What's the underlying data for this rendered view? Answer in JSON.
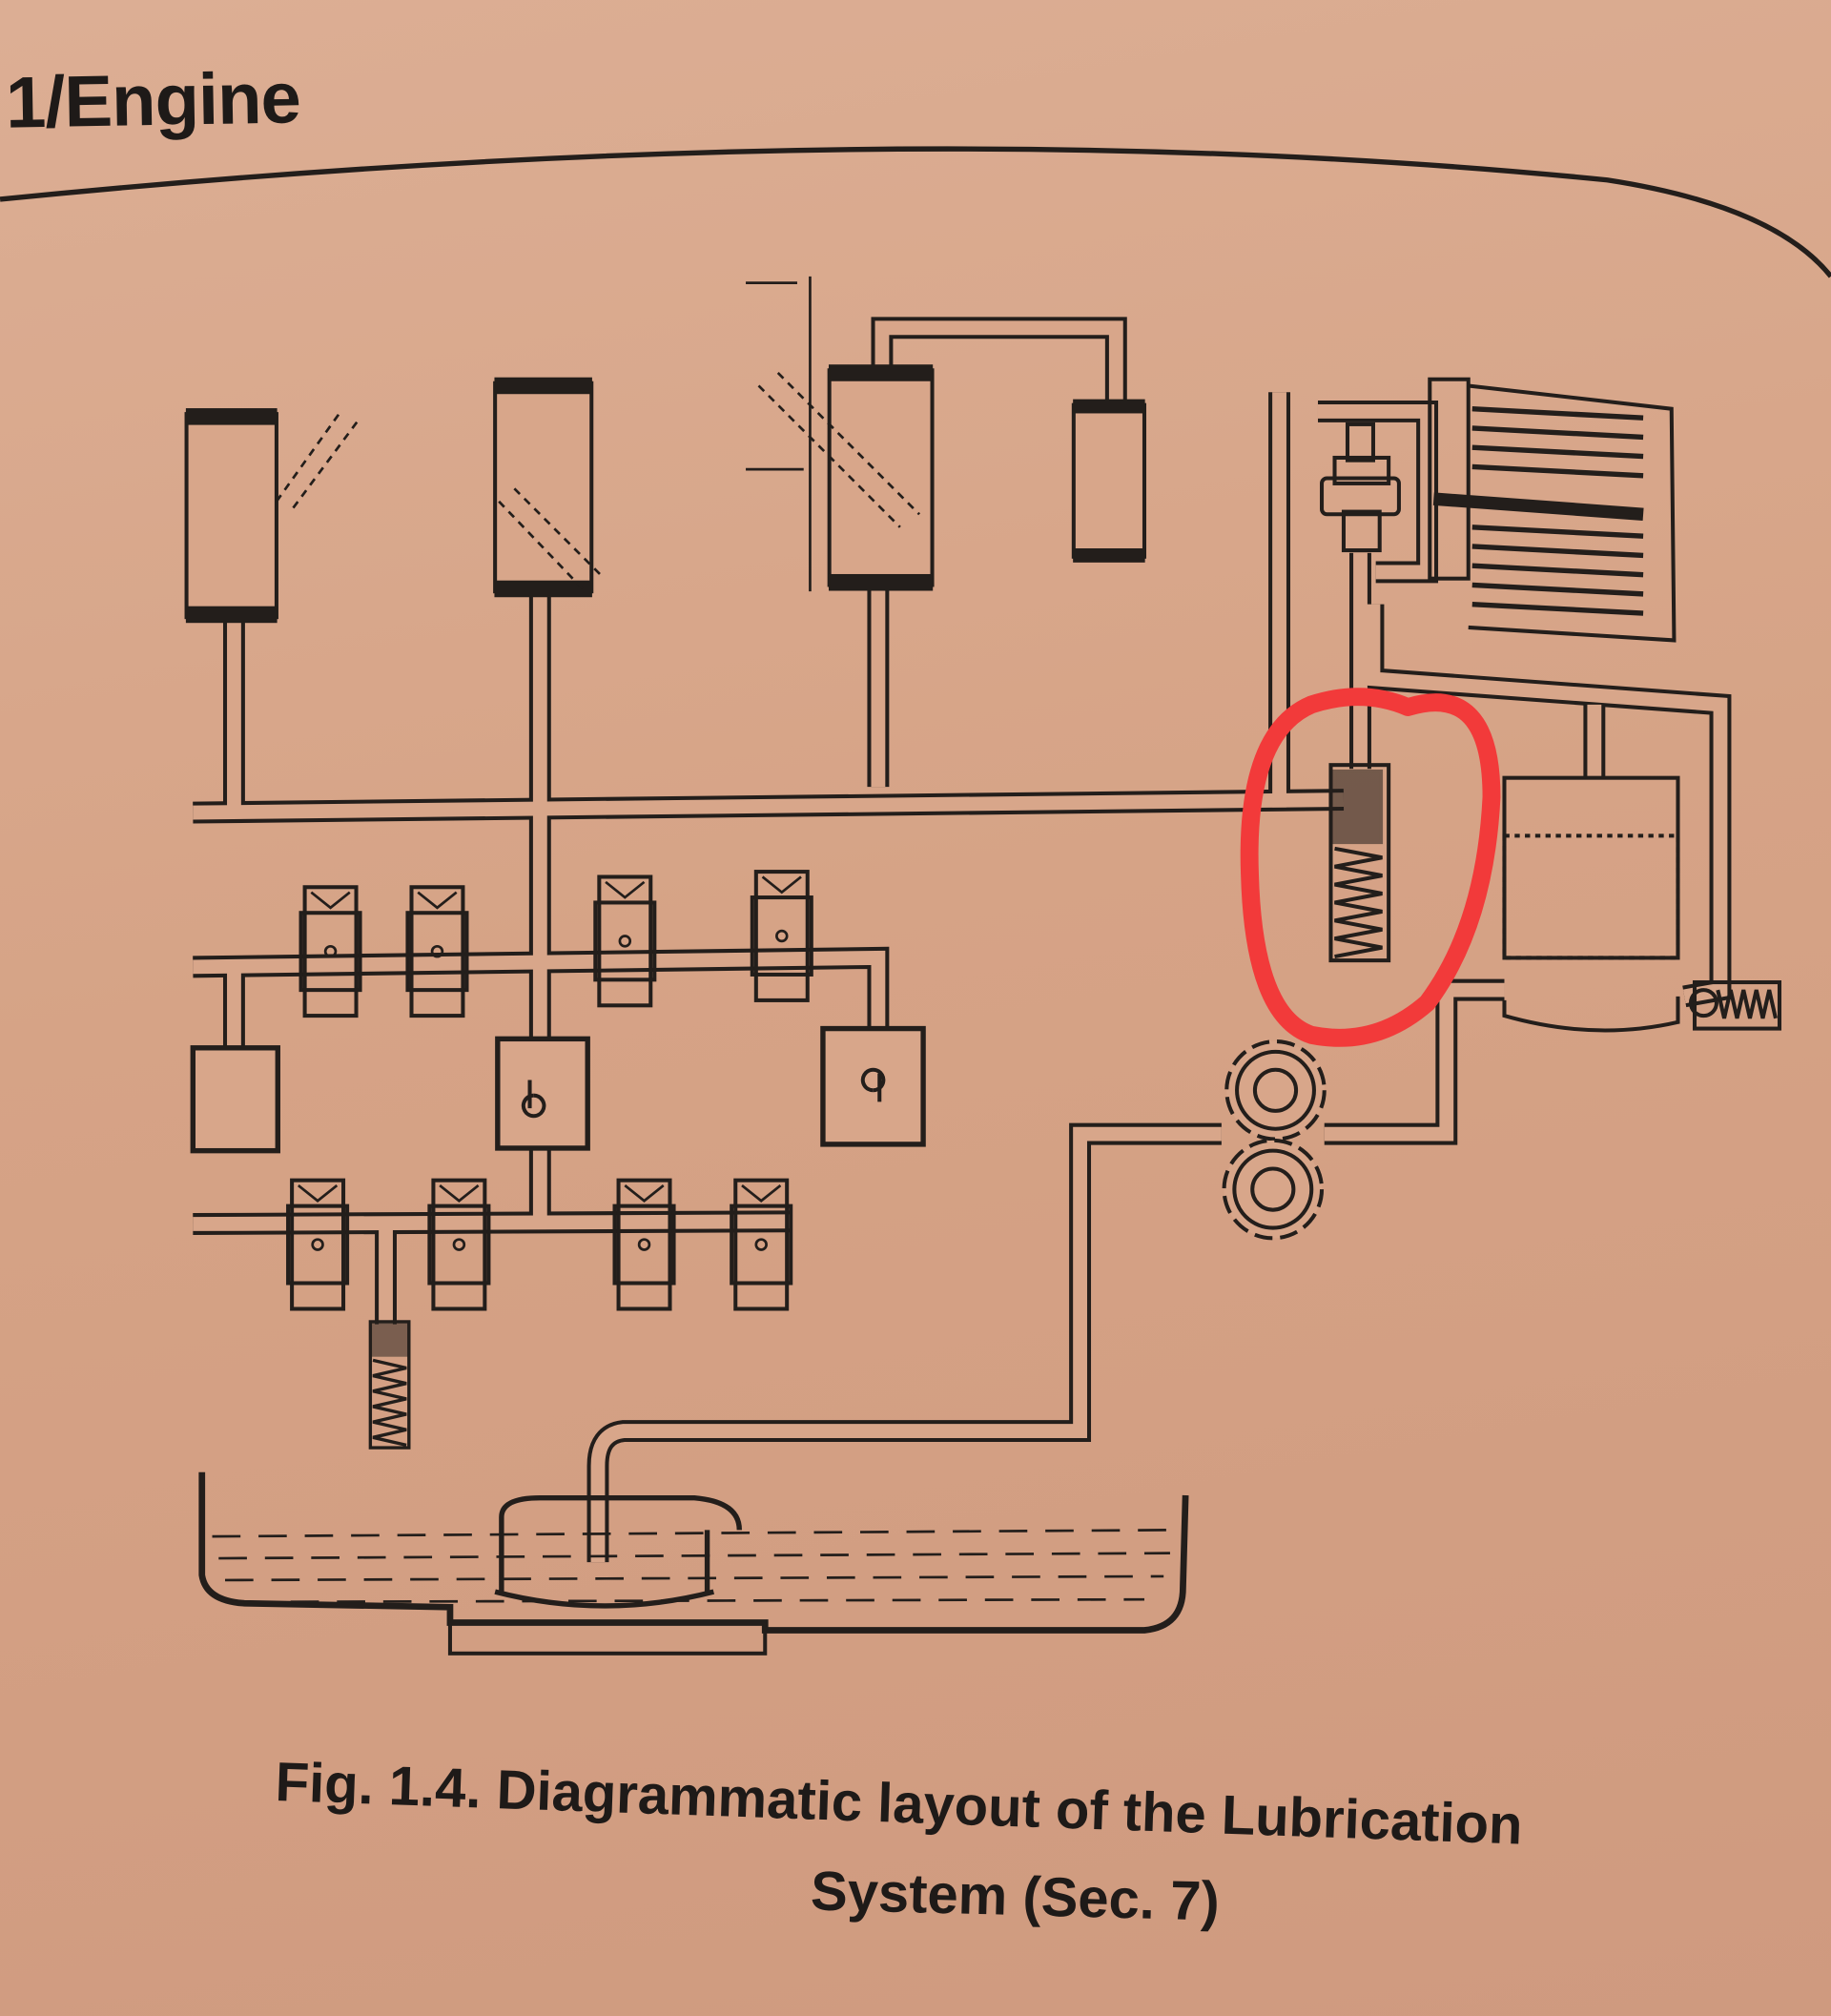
{
  "header": {
    "section": "1/Engine"
  },
  "figure": {
    "caption_line1": "Fig. 1.4. Diagrammatic layout of the Lubrication",
    "caption_line2": "System (Sec. 7)",
    "annotation_color": "#f23a3a",
    "ink_color": "#231e1b",
    "paper_color": "#d7a488"
  }
}
